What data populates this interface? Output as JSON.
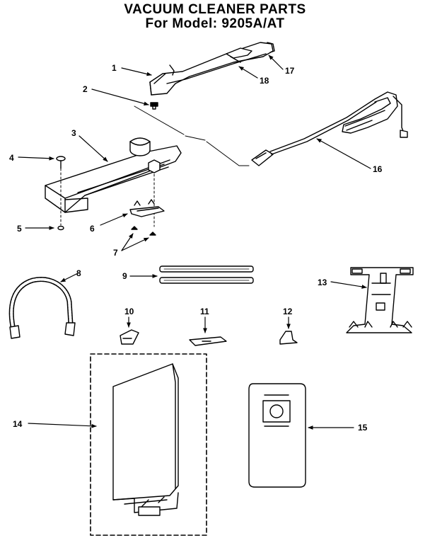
{
  "title": {
    "line1": "VACUUM CLEANER PARTS",
    "line2": "For Model: 9205A/AT"
  },
  "callouts": [
    "1",
    "2",
    "3",
    "4",
    "5",
    "6",
    "7",
    "8",
    "9",
    "10",
    "11",
    "12",
    "13",
    "14",
    "15",
    "16",
    "17",
    "18"
  ]
}
